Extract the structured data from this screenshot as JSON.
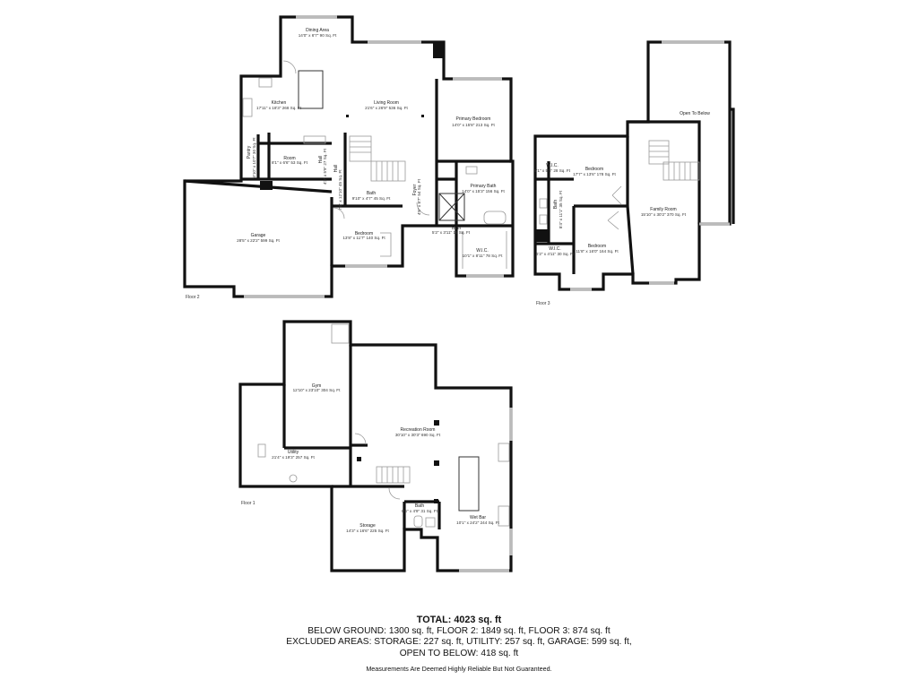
{
  "floors": [
    {
      "label": "Floor 2",
      "rooms": [
        {
          "key": "dining",
          "name": "Dining Area",
          "dims": "14'0\" x 6'7\" 90 Sq. Ft"
        },
        {
          "key": "kitchen",
          "name": "Kitchen",
          "dims": "17'11\" x 18'3\" 268 Sq. Ft"
        },
        {
          "key": "living",
          "name": "Living Room",
          "dims": "21'6\" x 26'9\" 536 Sq. Ft"
        },
        {
          "key": "primary_bedroom",
          "name": "Primary Bedroom",
          "dims": "14'0\" x 15'8\" 213 Sq. Ft"
        },
        {
          "key": "pantry",
          "name": "Pantry",
          "dims": "4'10\" x 10'7\" 30 Sq. Ft"
        },
        {
          "key": "room",
          "name": "Room",
          "dims": "8'1\" x 6'6\" 53 Sq. Ft"
        },
        {
          "key": "hall1",
          "name": "Hall",
          "dims": "7'0\" x 12'10\" 45 Sq. Ft"
        },
        {
          "key": "hall2",
          "name": "Hall",
          "dims": "4'3\" x 5'9\" 27 Sq. Ft"
        },
        {
          "key": "primary_bath",
          "name": "Primary Bath",
          "dims": "14'0\" x 15'3\" 156 Sq. Ft"
        },
        {
          "key": "garage",
          "name": "Garage",
          "dims": "28'5\" x 22'2\" 599 Sq. Ft"
        },
        {
          "key": "bath2",
          "name": "Bath",
          "dims": "9'10\" x 4'7\" 45 Sq. Ft"
        },
        {
          "key": "foyer",
          "name": "Foyer",
          "dims": "4'6\" x 8'7\" 54 Sq. Ft"
        },
        {
          "key": "bedroom2",
          "name": "Bedroom",
          "dims": "13'8\" x 11'7\" 140 Sq. Ft"
        },
        {
          "key": "bath_small",
          "name": "Bath",
          "dims": "5'2\" x 3'11\" 16 Sq. Ft"
        },
        {
          "key": "wic2",
          "name": "W.I.C.",
          "dims": "10'1\" x 8'11\" 78 Sq. Ft"
        }
      ]
    },
    {
      "label": "Floor 3",
      "rooms": [
        {
          "key": "open_below",
          "name": "Open To Below",
          "dims": ""
        },
        {
          "key": "wic3a",
          "name": "W.I.C.",
          "dims": "5'1\" x 5'5\" 28 Sq. Ft"
        },
        {
          "key": "bedroom3a",
          "name": "Bedroom",
          "dims": "17'7\" x 13'6\" 178 Sq. Ft"
        },
        {
          "key": "bath3",
          "name": "Bath",
          "dims": "8'4\" x 11'1\" 35 Sq. Ft"
        },
        {
          "key": "family",
          "name": "Family Room",
          "dims": "15'10\" x 30'2\" 370 Sq. Ft"
        },
        {
          "key": "bedroom3b",
          "name": "Bedroom",
          "dims": "11'8\" x 16'0\" 164 Sq. Ft"
        },
        {
          "key": "wic3b",
          "name": "W.I.C.",
          "dims": "6'2\" x 4'11\" 30 Sq. Ft"
        }
      ]
    },
    {
      "label": "Floor 1",
      "rooms": [
        {
          "key": "gym",
          "name": "Gym",
          "dims": "12'10\" x 23'10\" 304 Sq. Ft"
        },
        {
          "key": "recreation",
          "name": "Recreation Room",
          "dims": "30'10\" x 30'3\" 690 Sq. Ft"
        },
        {
          "key": "utility",
          "name": "Utility",
          "dims": "21'4\" x 19'3\" 257 Sq. Ft"
        },
        {
          "key": "bath1",
          "name": "Bath",
          "dims": "8'6\" x 4'9\" 31 Sq. Ft"
        },
        {
          "key": "storage",
          "name": "Storage",
          "dims": "14'3\" x 16'6\" 225 Sq. Ft"
        },
        {
          "key": "wetbar",
          "name": "Wet Bar",
          "dims": "10'1\" x 24'2\" 244 Sq. Ft"
        }
      ]
    }
  ],
  "summary": {
    "total": "TOTAL: 4023 sq. ft",
    "line1": "BELOW GROUND: 1300 sq. ft, FLOOR 2: 1849 sq. ft, FLOOR 3: 874 sq. ft",
    "line2": "EXCLUDED AREAS: STORAGE: 227 sq. ft, UTILITY: 257 sq. ft, GARAGE: 599 sq. ft,",
    "line3": "OPEN TO BELOW: 418 sq. ft"
  },
  "disclaimer": "Measurements Are Deemed Highly Reliable But Not Guaranteed."
}
